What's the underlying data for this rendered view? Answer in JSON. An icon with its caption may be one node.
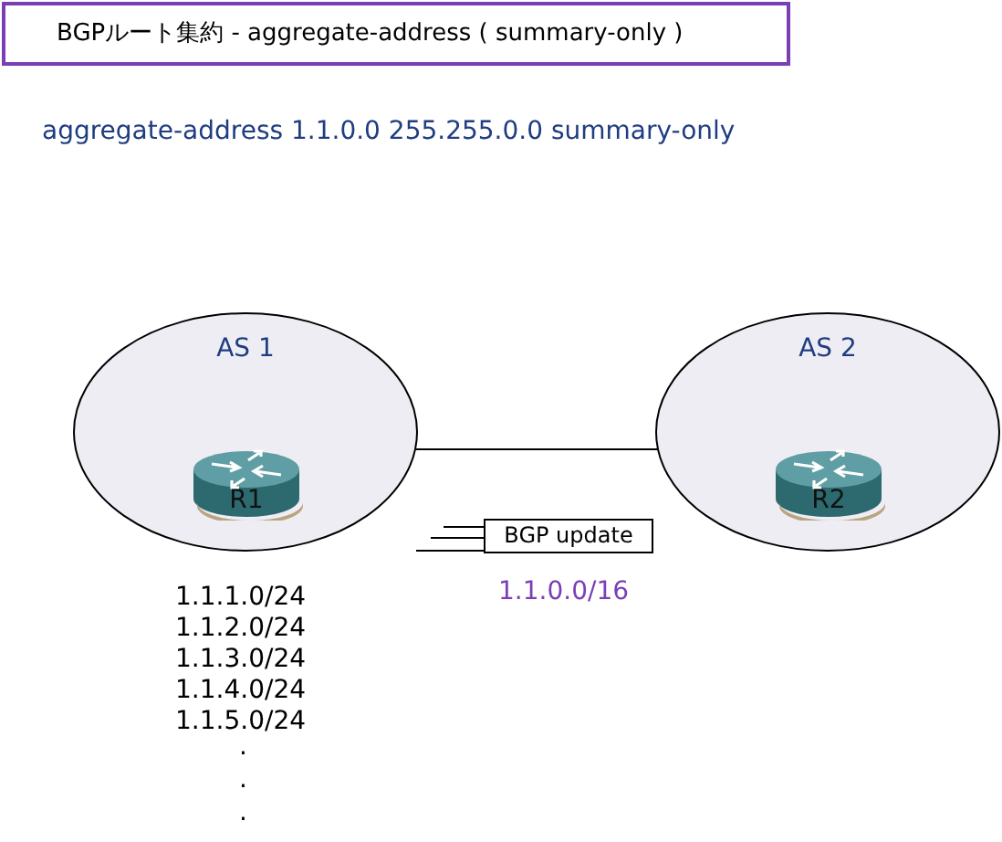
{
  "diagram": {
    "title": "BGPルート集約 - aggregate-address ( summary-only )",
    "nodes": [
      {
        "text": [
          "AS 1"
        ]
      },
      {
        "text": [
          "R1"
        ],
        "in": 0
      },
      {
        "text": [
          "AS 2"
        ]
      },
      {
        "text": [
          "R2"
        ],
        "in": 2
      },
      {
        "text": [
          "BGP update"
        ]
      }
    ],
    "edges": [
      {
        "from": 0,
        "to": 2,
        "arrow": "none"
      }
    ],
    "labels": [
      "aggregate-address 1.1.0.0 255.255.0.0 summary-only",
      "1.1.1.0/24",
      "1.1.2.0/24",
      "1.1.3.0/24",
      "1.1.4.0/24",
      "1.1.5.0/24",
      ".",
      ".",
      ".",
      "1.1.0.0/16"
    ]
  }
}
